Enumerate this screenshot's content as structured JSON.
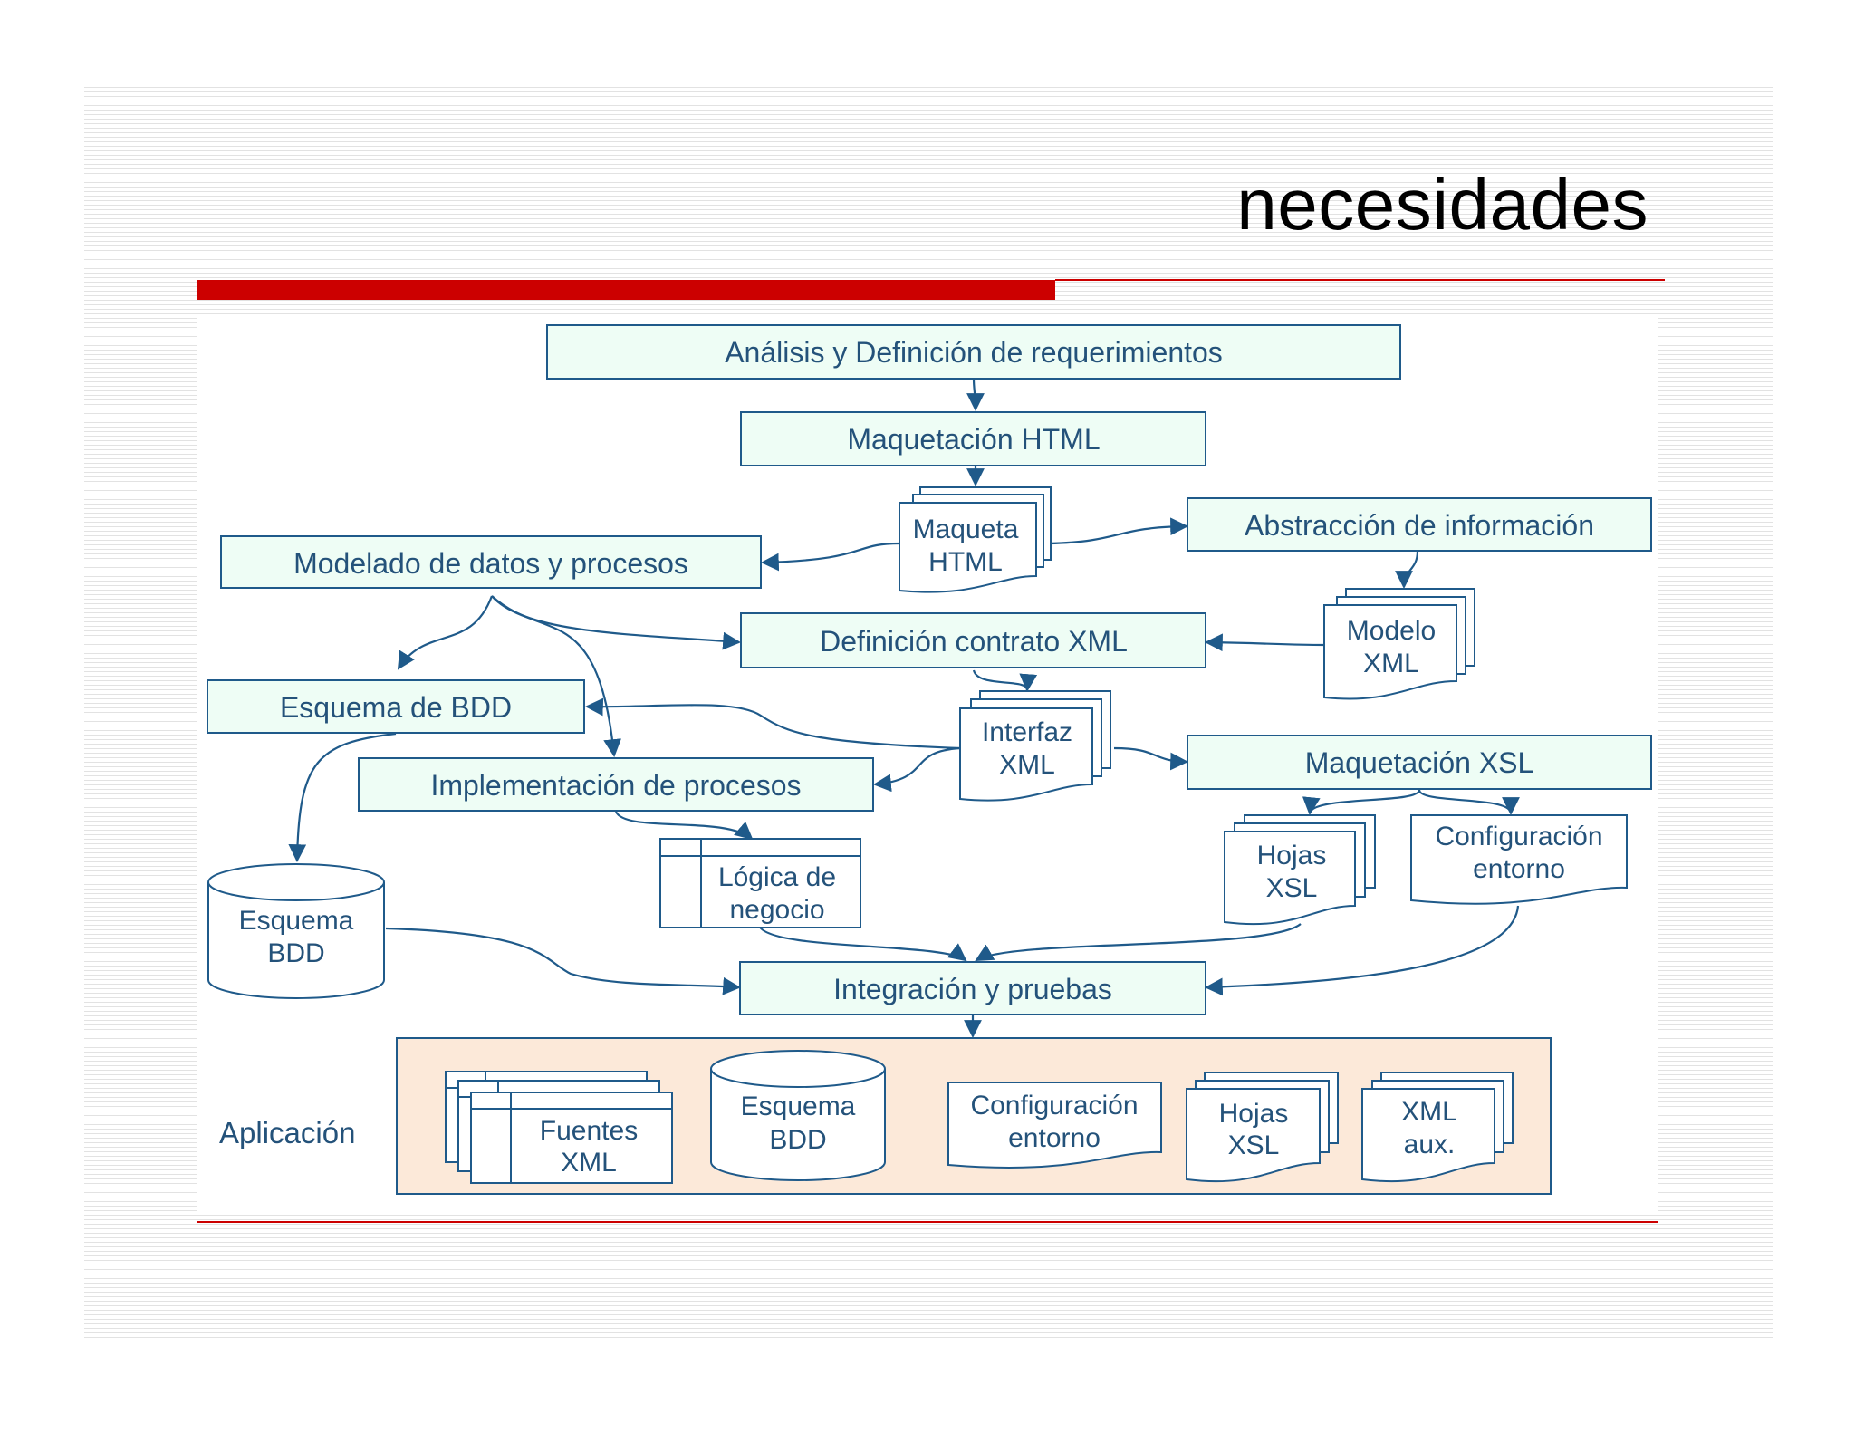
{
  "slide": {
    "title": "necesidades"
  },
  "colors": {
    "accent_red": "#cc0000",
    "box_fill": "#eefdf5",
    "box_stroke": "#1f5a8a",
    "text_blue": "#24527a",
    "arrow": "#1f5a8a",
    "app_fill": "#fce9d9"
  },
  "diagram": {
    "processes": {
      "analisis": "Análisis y Definición de requerimientos",
      "maquetacion_html": "Maquetación HTML",
      "abstraccion": "Abstracción de información",
      "modelado": "Modelado de datos y procesos",
      "definicion_contrato": "Definición contrato XML",
      "esquema_bdd": "Esquema de BDD",
      "implementacion": "Implementación de procesos",
      "maquetacion_xsl": "Maquetación XSL",
      "integracion": "Integración y pruebas"
    },
    "artifacts": {
      "maqueta_html": [
        "Maqueta",
        "HTML"
      ],
      "modelo_xml": [
        "Modelo",
        "XML"
      ],
      "interfaz_xml": [
        "Interfaz",
        "XML"
      ],
      "logica_negocio": [
        "Lógica de",
        "negocio"
      ],
      "esquema_bdd_db": [
        "Esquema",
        "BDD"
      ],
      "hojas_xsl": [
        "Hojas",
        "XSL"
      ],
      "configuracion_entorno": [
        "Configuración",
        "entorno"
      ]
    },
    "aplicacion": {
      "label": "Aplicación",
      "fuentes_xml": [
        "Fuentes",
        "XML"
      ],
      "esquema_bdd": [
        "Esquema",
        "BDD"
      ],
      "configuracion_entorno": [
        "Configuración",
        "entorno"
      ],
      "hojas_xsl": [
        "Hojas",
        "XSL"
      ],
      "xml_aux": [
        "XML",
        "aux."
      ]
    }
  }
}
